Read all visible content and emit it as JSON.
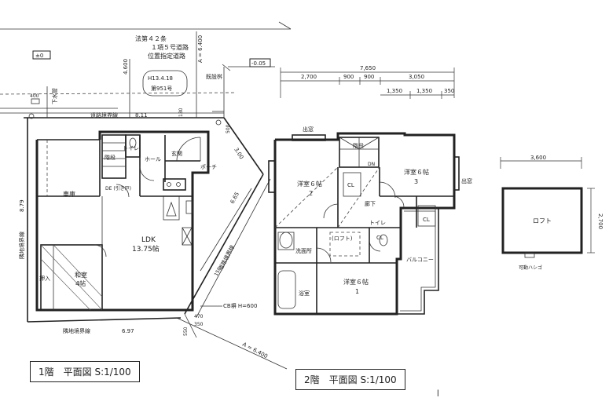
{
  "road": {
    "law": "法第４２条",
    "clause": "１項５号道路",
    "designated": "位置指定道路",
    "permit_date": "H13.4.18",
    "permit_no": "第951号",
    "level_zero": "±0",
    "level_minus": "-0.05",
    "boundary_label": "道路境界線",
    "boundary_len": "8.11",
    "width_a_top": "A = 6.400",
    "width_a_bottom": "A = 6.400",
    "road_w": "4.600",
    "dim_400": "400",
    "sewer": "下水管",
    "pole": "既設桝",
    "dim_130": "130",
    "dim_500": "500",
    "diag_300": "3.00",
    "diag_665": "6.65",
    "side_boundary": "道路境界線",
    "dim_150": "150",
    "dim_470": "470",
    "dim_350": "350",
    "dim_550": "550",
    "cb": "CB塀 H=600"
  },
  "site": {
    "left_boundary": "隣地境界線",
    "left_len": "8.79",
    "bottom_boundary": "隣地境界線",
    "bottom_len": "6.97"
  },
  "floor1": {
    "title": "1階　平面図 S:1/100",
    "garage": "車庫",
    "toilet": "トイレ",
    "stair": "階段",
    "hall": "ホール",
    "entrance": "玄関",
    "porch": "ポーチ",
    "door_note": "DE\n(引き戸)",
    "ldk": "LDK",
    "ldk_size": "13.75帖",
    "washitsu": "和室",
    "washitsu_size": "4帖",
    "oshiire": "押入"
  },
  "floor2": {
    "title": "2階　平面図 S:1/100",
    "total": "7,650",
    "d1": "2,700",
    "d2": "900",
    "d3": "900",
    "d4": "3,050",
    "d5": "1,350",
    "d6": "1,350",
    "d7": "350",
    "bay1": "出窓",
    "bay2": "出窓",
    "room2": "洋室６帖",
    "room2_no": "2",
    "room3": "洋室６帖",
    "room3_no": "3",
    "room1": "洋室６帖",
    "room1_no": "1",
    "stair": "階段",
    "dn": "DN",
    "cl1": "CL",
    "cl2": "CL",
    "cl3": "CL",
    "corridor": "廊下",
    "loft_hatch": "(ロフト)",
    "toilet": "トイレ",
    "washroom": "洗面所",
    "bath": "浴室",
    "balcony": "バルコニー"
  },
  "loft": {
    "w": "3,600",
    "h": "2,700",
    "label": "ロフト",
    "ladder": "可動ハシゴ"
  }
}
